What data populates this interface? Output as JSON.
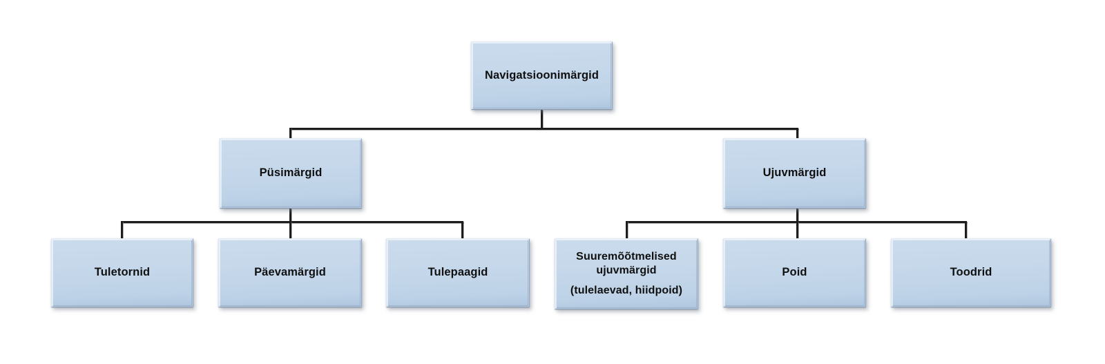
{
  "diagram": {
    "title": "Navigatsioonimärgid",
    "accent_fill": "#c5d7ea",
    "line_color": "#1d1d1d",
    "background": "#ffffff",
    "root": {
      "label": "Navigatsioonimärgid"
    },
    "level1": [
      {
        "label": "Püsimärgid"
      },
      {
        "label": "Ujuvmärgid"
      }
    ],
    "level2_left": [
      {
        "label": "Tuletornid"
      },
      {
        "label": "Päevamärgid"
      },
      {
        "label": "Tulepaagid"
      }
    ],
    "level2_right": [
      {
        "label_line1": "Suuremõõtmelised",
        "label_line2": "ujuvmärgid",
        "label_line3": "(tulelaevad, hiidpoid)"
      },
      {
        "label": "Poid"
      },
      {
        "label": "Toodrid"
      }
    ]
  }
}
